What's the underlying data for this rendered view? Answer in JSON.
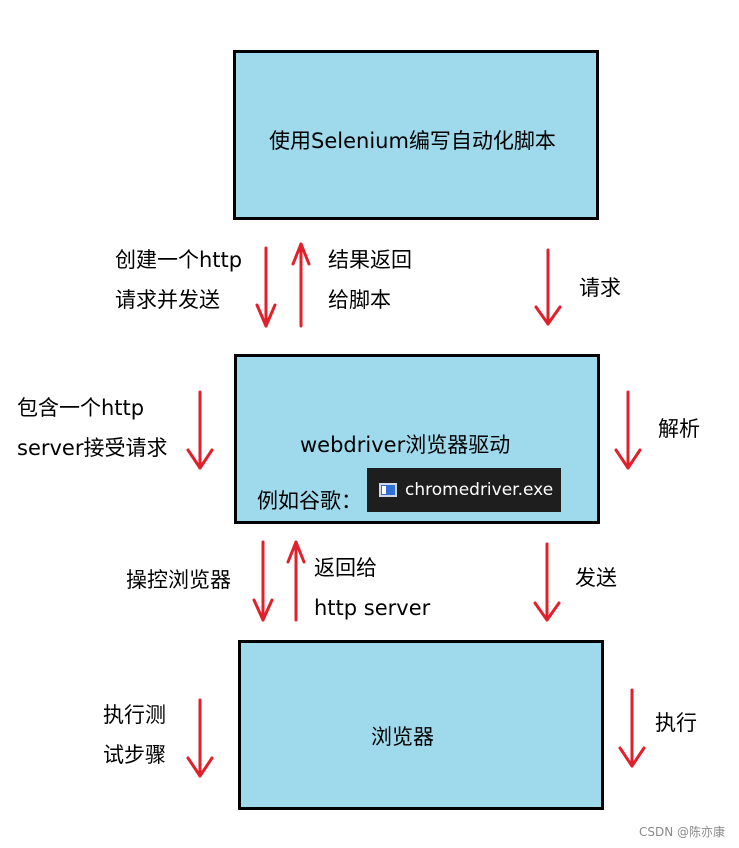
{
  "boxes": {
    "top": "使用Selenium编写自动化脚本",
    "middle": "webdriver浏览器驱动",
    "middle_example_label": "例如谷歌：",
    "middle_example_exe": "chromedriver.exe",
    "bottom": "浏览器"
  },
  "labels": {
    "create_request": [
      "创建一个http",
      "请求并发送"
    ],
    "result_return": [
      "结果返回",
      "给脚本"
    ],
    "request": [
      "请求"
    ],
    "contains_server": [
      "包含一个http",
      "server接受请求"
    ],
    "parse": [
      "解析"
    ],
    "control_browser": [
      "操控浏览器"
    ],
    "return_to_server": [
      "返回给",
      "http server"
    ],
    "send": [
      "发送"
    ],
    "execute_steps": [
      "执行测",
      "试步骤"
    ],
    "execute": [
      "执行"
    ]
  },
  "watermark": "CSDN @陈亦康",
  "colors": {
    "box_fill": "#9fd9ec",
    "arrow": "#e0202a"
  }
}
